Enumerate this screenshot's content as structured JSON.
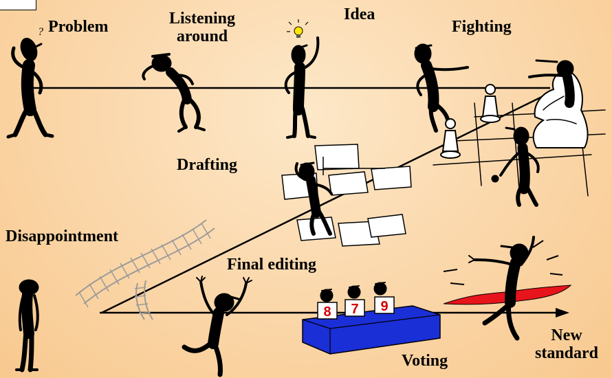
{
  "labels": {
    "problem": "Problem",
    "listening": "Listening\naround",
    "idea": "Idea",
    "fighting": "Fighting",
    "drafting": "Drafting",
    "disappointment": "Disappointment",
    "final_editing": "Final editing",
    "voting": "Voting",
    "new_standard": "New\nstandard"
  },
  "scores": [
    "8",
    "7",
    "9"
  ],
  "question_mark": "?",
  "colors": {
    "background": "#fbd9ae",
    "ink": "#000000",
    "ribbon": "#e8141c",
    "table": "#1a2fd6",
    "score": "#d40000",
    "track": "#9a9a9a",
    "bulb": "#ffe800"
  }
}
